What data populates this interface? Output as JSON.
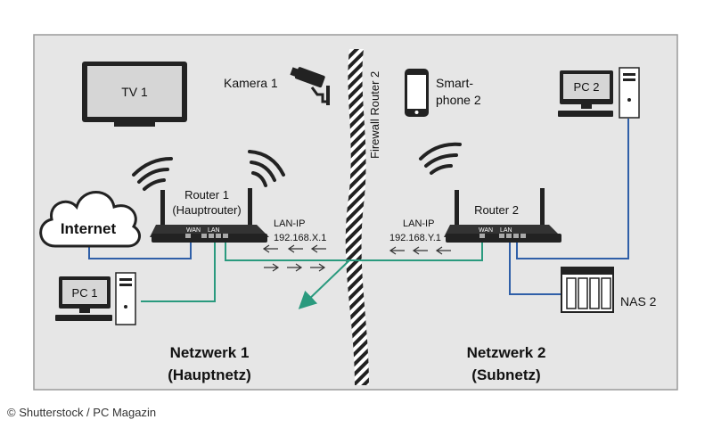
{
  "labels": {
    "tv": "TV 1",
    "camera": "Kamera 1",
    "smartphone_line1": "Smart-",
    "smartphone_line2": "phone 2",
    "pc2": "PC 2",
    "firewall": "Firewall Router 2",
    "internet": "Internet",
    "router1_line1": "Router 1",
    "router1_line2": "(Hauptrouter)",
    "router1_lanip": "LAN-IP",
    "router1_ip": "192.168.X.1",
    "router2": "Router 2",
    "router2_lanip": "LAN-IP",
    "router2_ip": "192.168.Y.1",
    "wan": "WAN",
    "lan": "LAN",
    "pc1": "PC 1",
    "nas2": "NAS 2",
    "net1_line1": "Netzwerk 1",
    "net1_line2": "(Hauptnetz)",
    "net2_line1": "Netzwerk 2",
    "net2_line2": "(Subnetz)"
  },
  "credit": "© Shutterstock / PC Magazin",
  "colors": {
    "panel": "#e6e6e6",
    "panel_border": "#9a9a9a",
    "cable_blue": "#2f5fa8",
    "cable_green": "#2a9a7e",
    "device_dark": "#222222",
    "screen": "#d6d6d6"
  }
}
